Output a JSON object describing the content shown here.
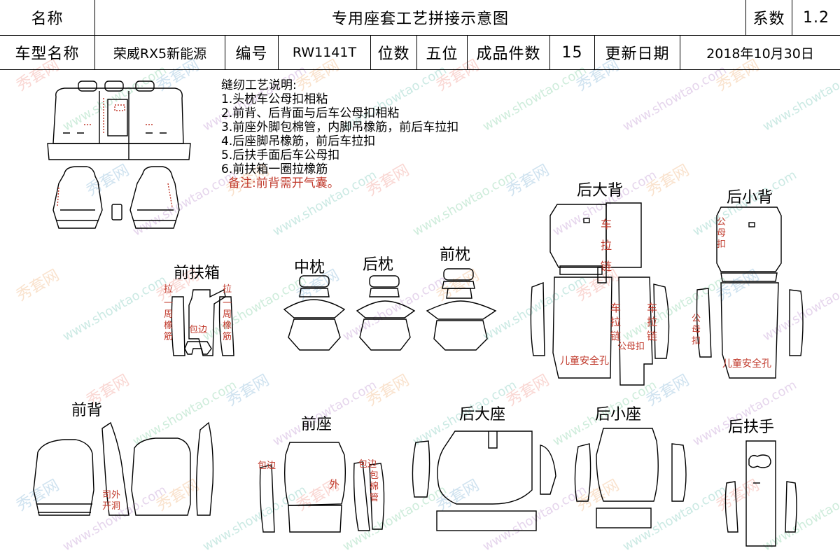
{
  "header": {
    "name_label": "名称",
    "title": "专用座套工艺拼接示意图",
    "coef_label": "系数",
    "coef_value": "1.2",
    "model_label": "车型名称",
    "model_value": "荣威RX5新能源",
    "code_label": "编号",
    "code_value": "RW1141T",
    "seats_label": "位数",
    "seats_value": "五位",
    "pieces_label": "成品件数",
    "pieces_value": "15",
    "date_label": "更新日期",
    "date_value": "2018年10月30日"
  },
  "notes": {
    "title": "缝纫工艺说明:",
    "items": [
      "1.头枕车公母扣相粘",
      "2.前背、后背面与后车公母扣相粘",
      "3.前座外脚包棉管，内脚吊橡筋，前后车拉扣",
      "4.后座脚吊橡筋，前后车拉扣",
      "5.后扶手面后车公母扣",
      "6.前扶箱一圈拉橡筋"
    ],
    "remark": "备注:前背需开气囊。"
  },
  "parts": {
    "front_armrest_box": "前扶箱",
    "middle_pillow": "中枕",
    "rear_pillow": "后枕",
    "front_pillow": "前枕",
    "rear_big_back": "后大背",
    "rear_small_back": "后小背",
    "front_back": "前背",
    "front_seat": "前座",
    "rear_big_seat": "后大座",
    "rear_small_seat": "后小座",
    "rear_armrest": "后扶手"
  },
  "annotations": {
    "pull_left": "拉",
    "around_elastic_left": "一周橡筋",
    "pull_right": "拉",
    "around_elastic_right": "一周橡筋",
    "wrap_edge_box": "包边",
    "car_zipper_top": "车拉链",
    "male_female_buckle_top": "公母扣",
    "car_zipper_left": "车拉链",
    "car_zipper_right": "车拉链",
    "male_female_buckle_join": "公母扣",
    "child_safety_hole_left": "儿童安全孔",
    "male_female_buckle_side": "公母扣",
    "child_safety_hole_right": "儿童安全孔",
    "open_hole": "司外开洞",
    "wrap_edge_seat_left": "包边",
    "outer": "外",
    "wrap_edge_seat_right": "包边",
    "wrap_cotton_tube": "包棉管"
  },
  "watermark": {
    "site_cn": "秀套网",
    "site_url": "www.showtao.com"
  },
  "colors": {
    "line": "#000000",
    "annotation": "#c0392b"
  }
}
